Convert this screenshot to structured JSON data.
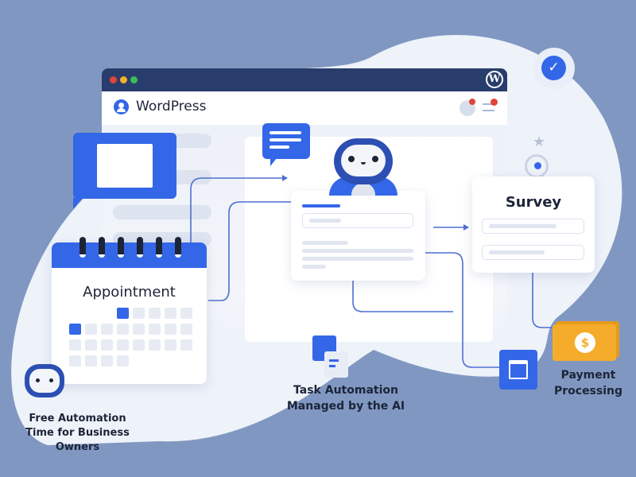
{
  "window": {
    "title": "WordPress",
    "logo": "wordpress-logo"
  },
  "cards": {
    "appointment": "Appointment",
    "survey": "Survey"
  },
  "labels": {
    "free_automation_1": "Free Automation",
    "free_automation_2": "Time for Business Owners",
    "task_1": "Task Automation",
    "task_2": "Managed by the AI",
    "payment_1": "Payment",
    "payment_2": "Processing"
  },
  "colors": {
    "background": "#8098c1",
    "accent": "#3367e8",
    "titlebar": "#283d6b",
    "payment": "#f5ac2a"
  }
}
